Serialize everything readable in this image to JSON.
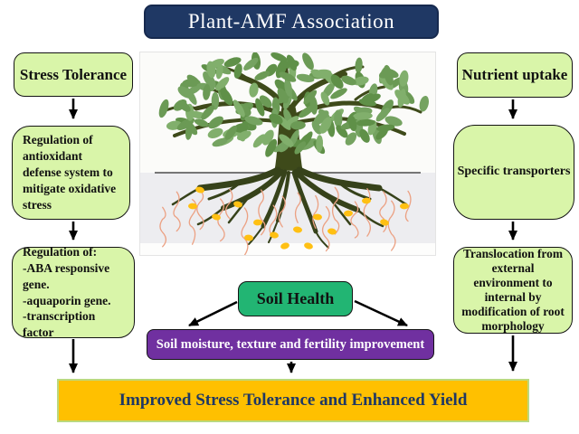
{
  "title": "Plant-AMF Association",
  "colors": {
    "title_navy": "#1F3864",
    "box_green": "#D9F5A9",
    "soil_green": "#22B573",
    "purple": "#7030A0",
    "orange": "#FFC000",
    "orange_border": "#BBD97E",
    "navy_text": "#1F3864",
    "arrow_black": "#000000"
  },
  "left_column": {
    "heading": "Stress Tolerance",
    "box_antioxidant": "Regulation of antioxidant defense system to mitigate oxidative stress",
    "box_regulation_lines": [
      "Regulation of:",
      "-ABA responsive gene.",
      "-aquaporin gene.",
      "-transcription factor"
    ]
  },
  "right_column": {
    "heading": "Nutrient uptake",
    "box_transporters": "Specific transporters",
    "box_translocation": "Translocation from external environment to internal by modification of root morphology"
  },
  "center": {
    "illustration": "plant-amf-tree-with-roots-and-mycorrhizal-hyphae",
    "soil_health": "Soil Health",
    "soil_improvement": "Soil moisture, texture and fertility improvement"
  },
  "outcome": "Improved Stress Tolerance and Enhanced Yield"
}
